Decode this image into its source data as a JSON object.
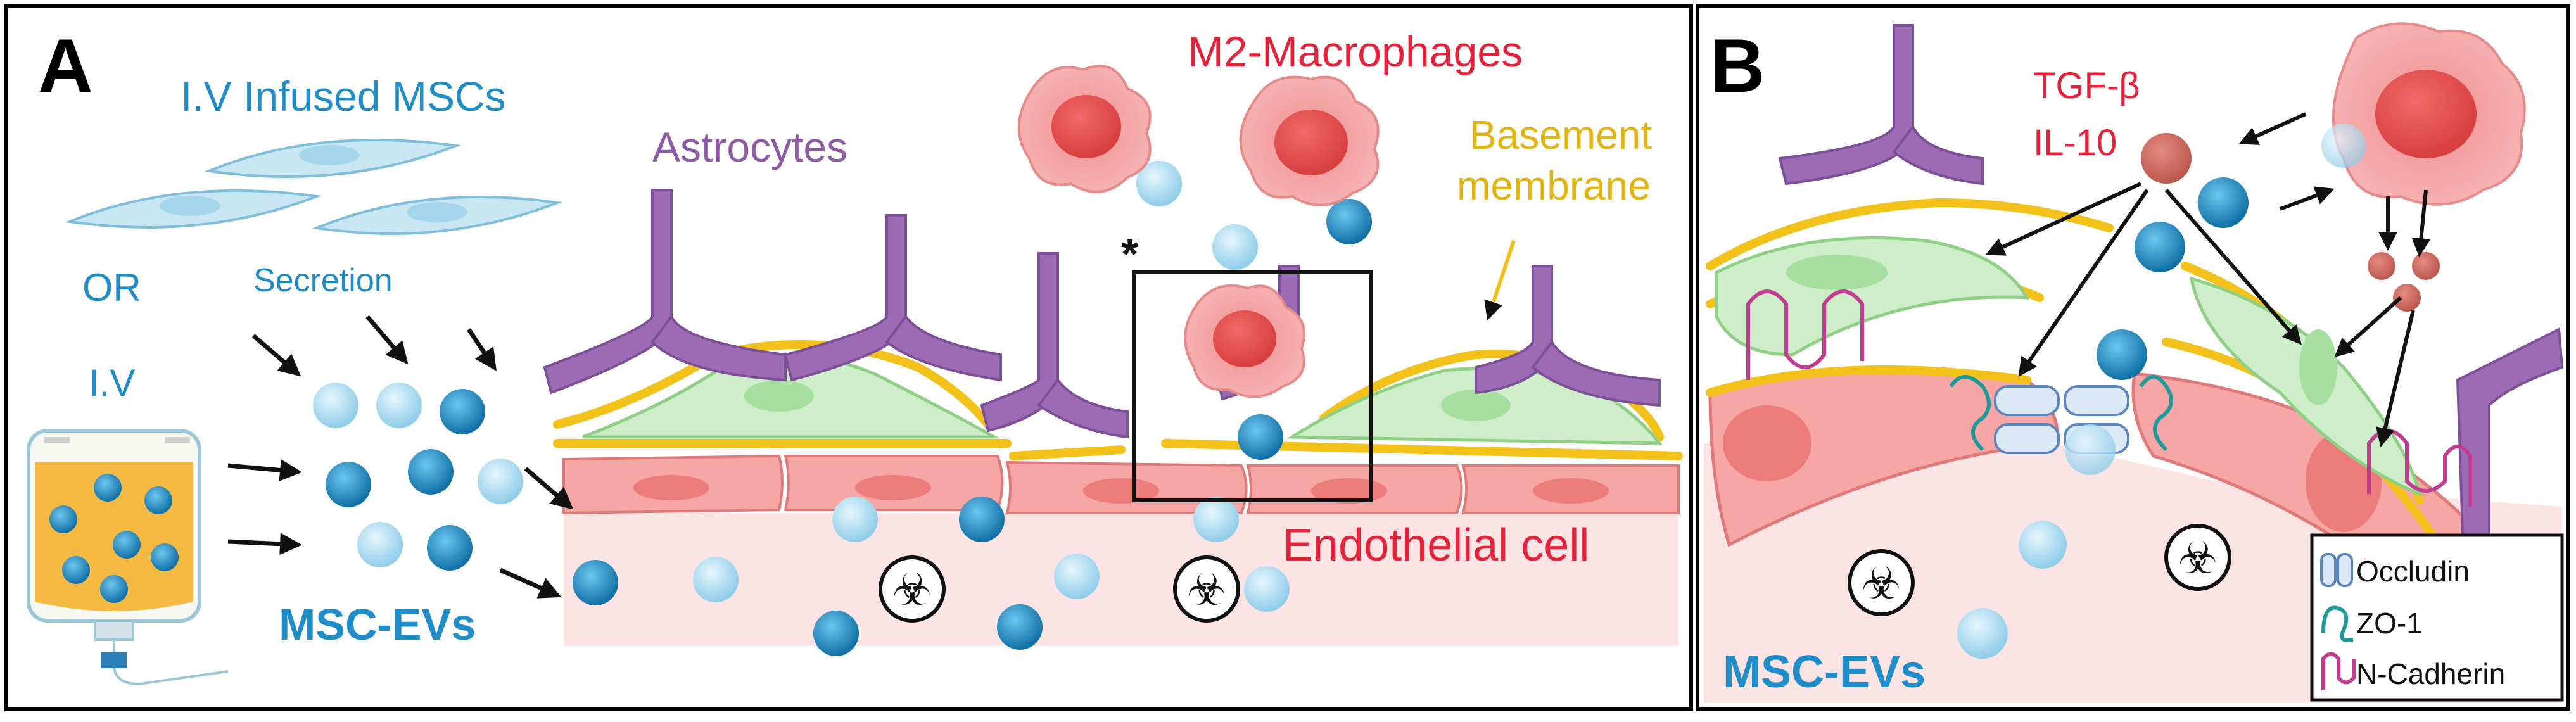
{
  "panel_a": {
    "letter": "A",
    "iv_infused_mscs": "I.V Infused MSCs",
    "or_label": "OR",
    "iv_label": "I.V",
    "secretion": "Secretion",
    "msc_evs": "MSC-EVs",
    "astrocytes": "Astrocytes",
    "m2_macrophages": "M2-Macrophages",
    "basement_membrane_line1": "Basement",
    "basement_membrane_line2": "membrane",
    "endothelial_cell": "Endothelial cell",
    "asterisk": "*"
  },
  "panel_b": {
    "letter": "B",
    "tgf_beta": "TGF-β",
    "il_10": "IL-10",
    "msc_evs": "MSC-EVs",
    "legend": {
      "occludin": "Occludin",
      "zo1": "ZO-1",
      "n_cadherin": "N-Cadherin"
    }
  },
  "colors": {
    "ev_light": "#9fd6ee",
    "ev_dark": "#1a8cc4",
    "astrocyte": "#9b6bb4",
    "basement": "#f2c21b",
    "endothelium": "#f7a8a8",
    "endothelium_dark": "#e77c7c",
    "lumen": "#fde3e3",
    "pericyte": "#c8ecc3",
    "macrophage": "#ee6b6b",
    "label_red": "#e8213a",
    "label_blue": "#1f8dc9",
    "label_purple": "#8e5aa8",
    "label_yellow": "#e4b410"
  }
}
